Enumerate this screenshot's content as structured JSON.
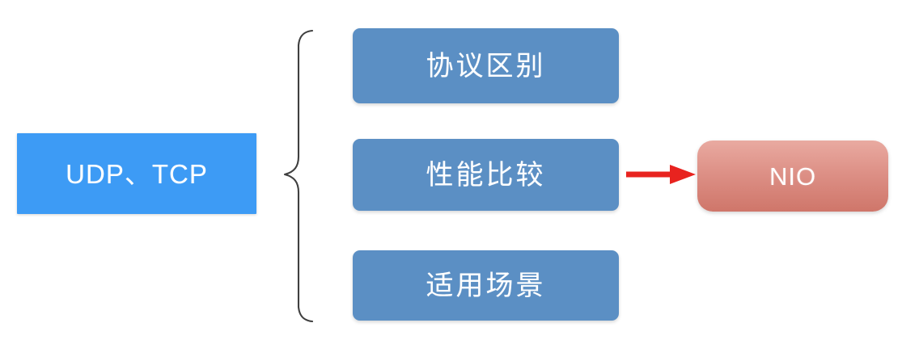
{
  "diagram": {
    "type": "flow-diagram",
    "background_color": "#ffffff",
    "source": {
      "label": "UDP、TCP",
      "color": "#3d9bf5",
      "text_color": "#ffffff"
    },
    "brace": {
      "icon": "left-curly-brace",
      "color": "#3f3f3f"
    },
    "branches": [
      {
        "label": "协议区别",
        "color": "#5b8fc4",
        "text_color": "#ffffff"
      },
      {
        "label": "性能比较",
        "color": "#5b8fc4",
        "text_color": "#ffffff"
      },
      {
        "label": "适用场景",
        "color": "#5b8fc4",
        "text_color": "#ffffff"
      }
    ],
    "arrow": {
      "icon": "right-arrow",
      "color": "#e8231f",
      "from": "性能比较",
      "to": "NIO"
    },
    "target": {
      "label": "NIO",
      "color_top": "#e9aaa1",
      "color_bottom": "#cf766a",
      "text_color": "#ffffff"
    }
  }
}
